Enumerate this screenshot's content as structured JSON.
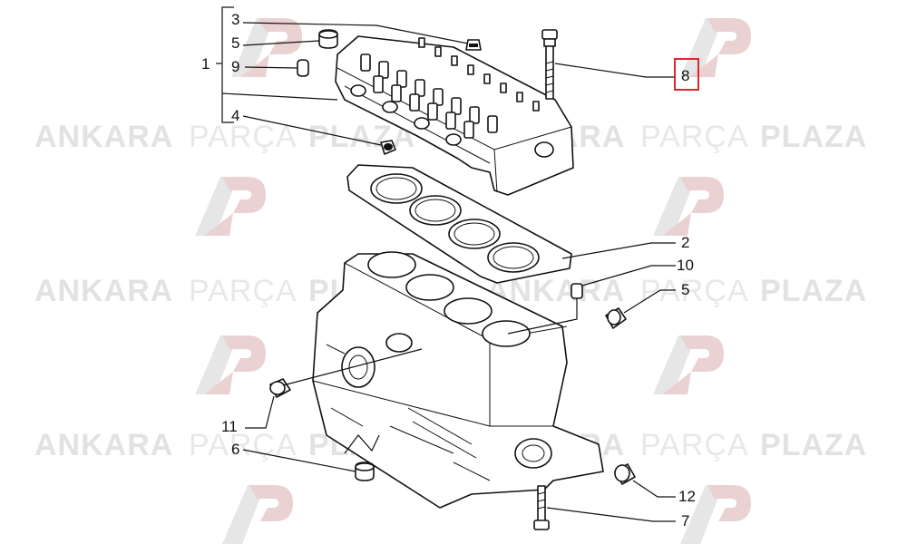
{
  "watermark": {
    "brand_bold_1": "ANKARA",
    "brand_light": "PARÇA",
    "brand_bold_2": "PLAZA",
    "logo_letters": "AP",
    "colors": {
      "logo_red": "#ead2d2",
      "logo_gray": "#e6e6e6",
      "text": "#e2e2e2"
    }
  },
  "callouts": {
    "c1": "1",
    "c2": "2",
    "c3": "3",
    "c4": "4",
    "c5a": "5",
    "c5b": "5",
    "c6": "6",
    "c7": "7",
    "c8": "8",
    "c9": "9",
    "c10": "10",
    "c11": "11",
    "c12": "12"
  },
  "highlight": {
    "callout": "8",
    "color": "#e0262b"
  }
}
